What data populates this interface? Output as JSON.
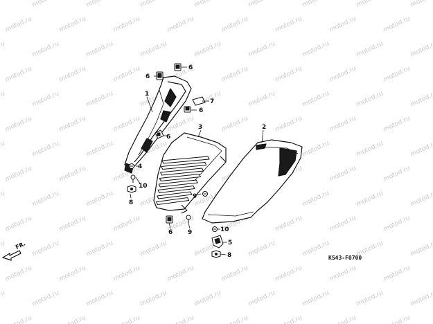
{
  "watermark": {
    "text": "motod.ru",
    "color": "#c9c9c9"
  },
  "diagram_code": "KS43-F0700",
  "direction_label": "FR.",
  "colors": {
    "line": "#111111",
    "panel_fill": "#ffffff",
    "dark": "#1a1a1a"
  },
  "callouts": [
    {
      "id": "c1",
      "label": "1"
    },
    {
      "id": "c2",
      "label": "2"
    },
    {
      "id": "c3",
      "label": "3"
    },
    {
      "id": "c4",
      "label": "4"
    },
    {
      "id": "c5",
      "label": "5"
    },
    {
      "id": "c6a",
      "label": "6"
    },
    {
      "id": "c6b",
      "label": "6"
    },
    {
      "id": "c6c",
      "label": "6"
    },
    {
      "id": "c6d",
      "label": "6"
    },
    {
      "id": "c6e",
      "label": "6"
    },
    {
      "id": "c7",
      "label": "7"
    },
    {
      "id": "c8a",
      "label": "8"
    },
    {
      "id": "c8b",
      "label": "8"
    },
    {
      "id": "c9a",
      "label": "9"
    },
    {
      "id": "c9b",
      "label": "9"
    },
    {
      "id": "c10a",
      "label": "10"
    },
    {
      "id": "c10b",
      "label": "10"
    }
  ]
}
